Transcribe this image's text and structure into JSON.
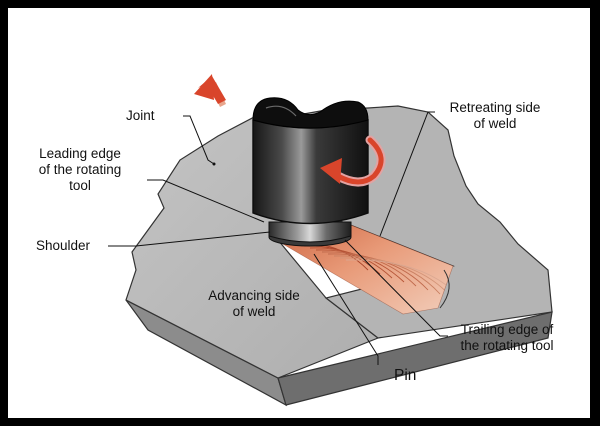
{
  "labels": {
    "joint": "Joint",
    "leading_edge_1": "Leading edge",
    "leading_edge_2": "of the rotating",
    "leading_edge_3": "tool",
    "shoulder": "Shoulder",
    "advancing_1": "Advancing side",
    "advancing_2": "of weld",
    "retreating_1": "Retreating side",
    "retreating_2": "of weld",
    "trailing_1": "Trailing edge of",
    "trailing_2": "the rotating tool",
    "pin": "Pin"
  },
  "colors": {
    "plate_top": "#b9b9b9",
    "plate_side": "#7a7a7a",
    "tool_dark": "#1d1d1d",
    "weld": "#d97a54",
    "arrow": "#d9452b"
  },
  "icons": [
    "direction-arrow-icon",
    "rotation-arrow-icon"
  ]
}
